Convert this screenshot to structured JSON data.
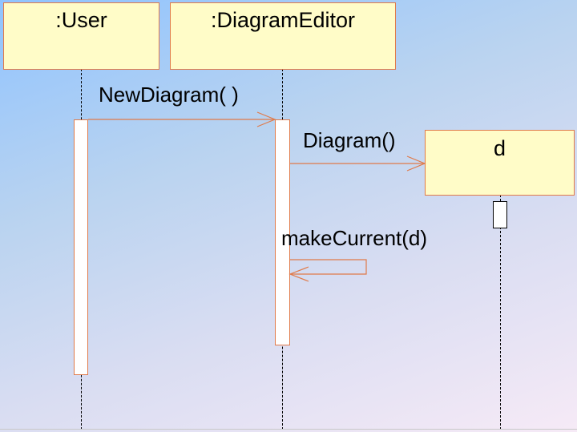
{
  "objects": {
    "user": ":User",
    "editor": ":DiagramEditor",
    "d": "d"
  },
  "messages": {
    "new_diagram": "NewDiagram( )",
    "diagram": "Diagram()",
    "make_current": "makeCurrent(d)"
  },
  "colors": {
    "box_fill": "#fffcc8",
    "box_border": "#e07a4a",
    "arrow": "#e07a4a",
    "lifeline": "#000000"
  }
}
